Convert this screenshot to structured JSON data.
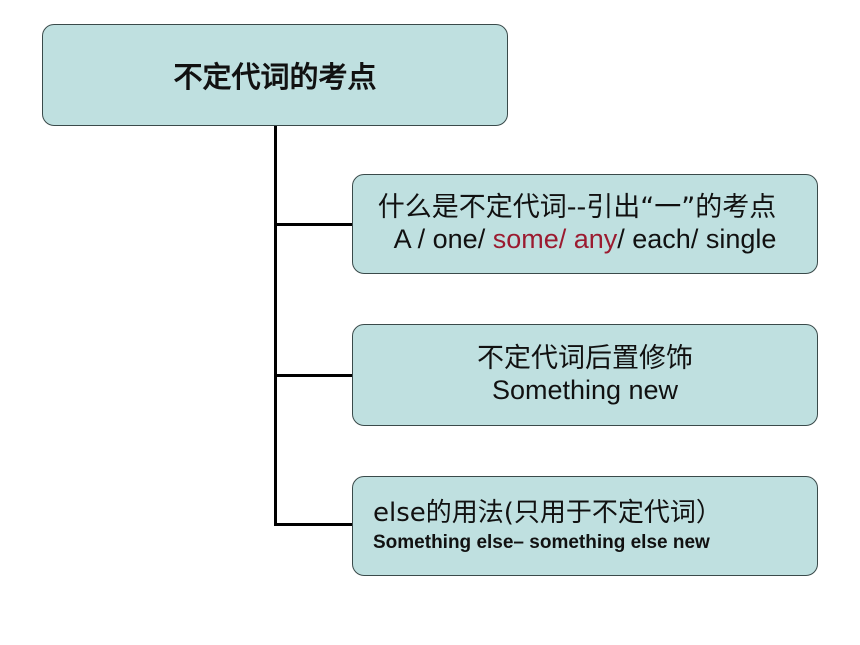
{
  "root": {
    "title": "不定代词的考点"
  },
  "branches": [
    {
      "title": "什么是不定代词--引出“一”的考点",
      "sub": {
        "a": "A / one/ ",
        "b": "some/ any",
        "c": "/ each/ single"
      }
    },
    {
      "title": "不定代词后置修饰",
      "sub": "Something new"
    },
    {
      "title": "else的用法(只用于不定代词）",
      "sub": "Something else– something else new"
    }
  ],
  "colors": {
    "box_fill": "#bfe0e0",
    "highlight": "#9b1b30"
  }
}
